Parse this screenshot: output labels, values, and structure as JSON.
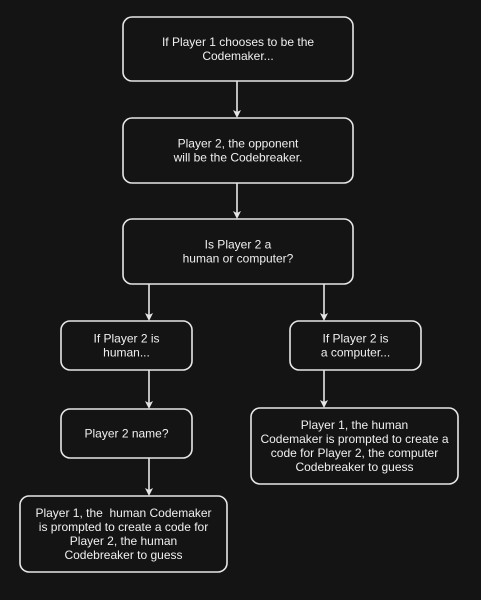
{
  "diagram": {
    "background": "#141414",
    "stroke_color": "#e6e6e6",
    "text_color": "#f0f0f0",
    "nodes": [
      {
        "id": "n1",
        "lines": [
          "If Player 1 chooses to be the",
          "Codemaker..."
        ]
      },
      {
        "id": "n2",
        "lines": [
          "Player 2, the opponent",
          "will be the Codebreaker."
        ]
      },
      {
        "id": "n3",
        "lines": [
          "Is Player 2 a",
          "human or computer?"
        ]
      },
      {
        "id": "n4",
        "lines": [
          "If Player 2 is",
          "human..."
        ]
      },
      {
        "id": "n5",
        "lines": [
          "If Player 2 is",
          "a computer..."
        ]
      },
      {
        "id": "n6",
        "lines": [
          "Player 2 name?"
        ]
      },
      {
        "id": "n7",
        "lines": [
          "Player 1, the human",
          "Codemaker is prompted to create a",
          "code for Player 2, the computer",
          "Codebreaker to guess"
        ]
      },
      {
        "id": "n8",
        "lines": [
          "Player 1, the  human Codemaker",
          "is prompted to create a code for",
          "Player 2, the human",
          "Codebreaker to guess"
        ]
      }
    ],
    "edges": [
      {
        "from": "n1",
        "to": "n2"
      },
      {
        "from": "n2",
        "to": "n3"
      },
      {
        "from": "n3",
        "to": "n4"
      },
      {
        "from": "n3",
        "to": "n5"
      },
      {
        "from": "n4",
        "to": "n6"
      },
      {
        "from": "n5",
        "to": "n7"
      },
      {
        "from": "n6",
        "to": "n8"
      }
    ]
  }
}
